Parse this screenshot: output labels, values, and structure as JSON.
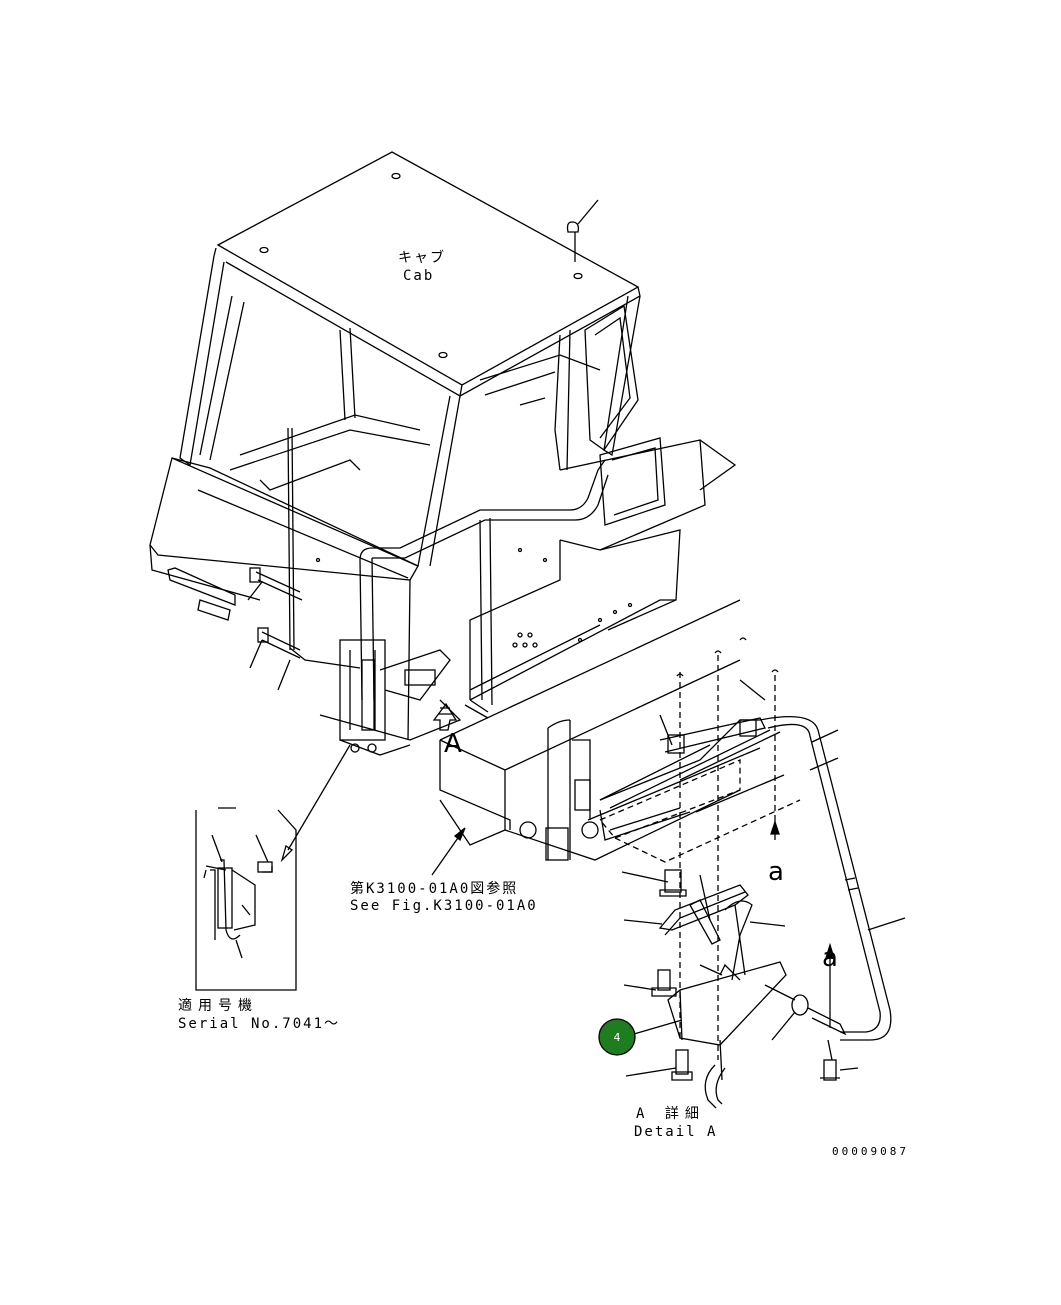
{
  "labels": {
    "cab_jp": "キャブ",
    "cab_en": "Cab",
    "view_a": "A",
    "ref_jp": "第K3100-01A0図参照",
    "ref_en": "See Fig.K3100-01A0",
    "serial_jp": "適用号機",
    "serial_en": "Serial No.7041～",
    "detail_jp": "A 詳細",
    "detail_en": "Detail A",
    "arrow_a1": "a",
    "arrow_a2": "a",
    "drawing_no": "00009087"
  },
  "badges": [
    {
      "number": "4",
      "color": "#1e7d1e"
    }
  ]
}
